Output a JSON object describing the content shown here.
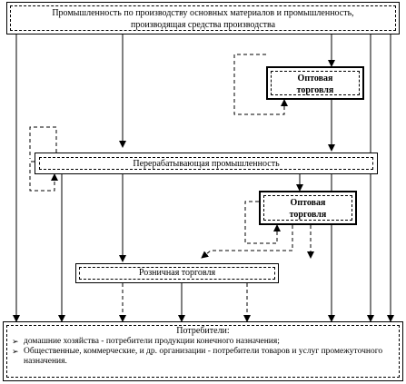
{
  "industry_box": {
    "line1": "Промышленность по производству основных материалов и промышленность,",
    "line2": "производящая средства производства"
  },
  "wholesale_top": {
    "line1": "Оптовая",
    "line2": "торговля"
  },
  "processing": {
    "label": "Перерабатывающая промышленность"
  },
  "wholesale_mid": {
    "line1": "Оптовая",
    "line2": "торговля"
  },
  "retail": {
    "label": "Розничная торговля"
  },
  "consumers": {
    "title": "Потребители:",
    "items": [
      "домашние хозяйства - потребители продукции конечного назначения;",
      "Общественные, коммерческие, и др. организации - потребители товаров и услуг промежуточного назначения."
    ]
  },
  "icons": {
    "bullet": "arrowhead-bullet-icon"
  }
}
